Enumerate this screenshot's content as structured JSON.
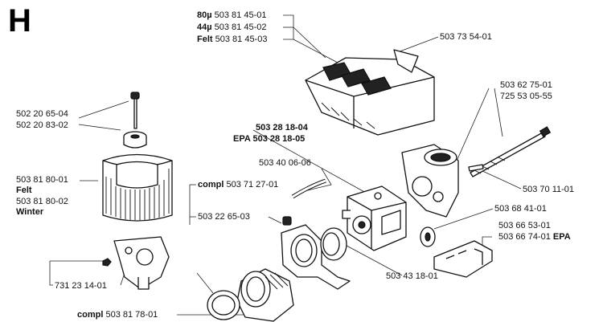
{
  "section_letter": "H",
  "callouts": {
    "filter_80": {
      "variant": "80µ",
      "part": "503 81 45-01"
    },
    "filter_44": {
      "variant": "44µ",
      "part": "503 81 45-02"
    },
    "filter_felt": {
      "variant": "Felt",
      "part": "503 81 45-03"
    },
    "cover": {
      "part": "503 73 54-01"
    },
    "knob": {
      "part": "502 20 65-04"
    },
    "nut": {
      "part": "502 20 83-02"
    },
    "air_filter_felt": {
      "part": "503 81 80-01",
      "variant": "Felt"
    },
    "air_filter_winter": {
      "part": "503 81 80-02",
      "variant": "Winter"
    },
    "carb_a": {
      "part": "503 28 18-04"
    },
    "carb_b": {
      "prefix": "EPA",
      "part": "503 28 18-05"
    },
    "hose": {
      "part": "503 40 06-06"
    },
    "kit": {
      "prefix": "compl",
      "part": "503 71 27-01"
    },
    "clip": {
      "part": "503 22 65-03"
    },
    "bolt_a": {
      "part": "503 62 75-01"
    },
    "bolt_b": {
      "part": "725 53 05-55"
    },
    "pin": {
      "part": "503 70 11-01"
    },
    "washer": {
      "part": "503 68 41-01"
    },
    "plate_a": {
      "part": "503 66 53-01"
    },
    "plate_b": {
      "part": "503 66 74-01",
      "suffix": "EPA"
    },
    "ring": {
      "part": "503 43 18-01"
    },
    "screw": {
      "part": "731 23 14-01"
    },
    "holder": {
      "prefix": "compl",
      "part": "503 81 78-01"
    }
  }
}
